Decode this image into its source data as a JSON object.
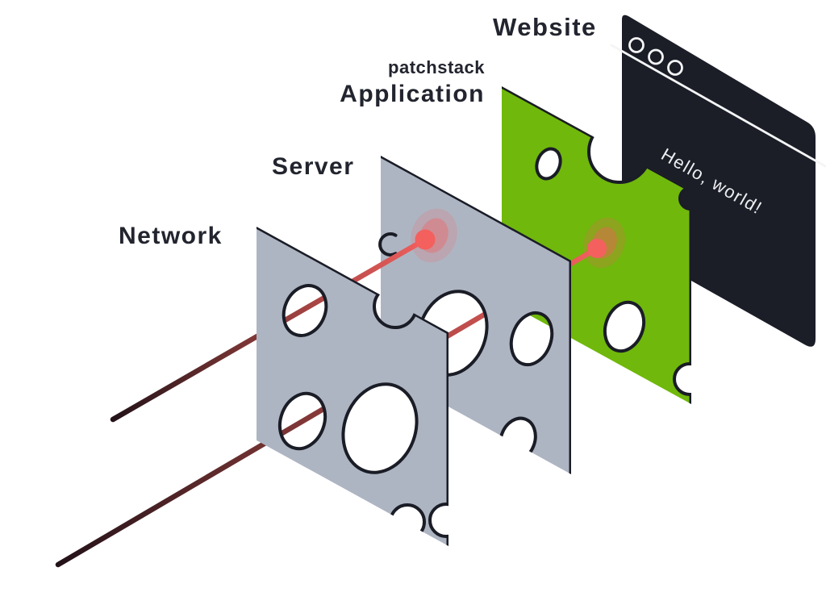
{
  "figure": {
    "description": "Layered security diagram: attack lines pass through holes in Network and Server layers and are stopped at the patchstack Application layer before reaching the Website",
    "labels": {
      "network": "Network",
      "server": "Server",
      "application": "Application",
      "application_brand": "patchstack",
      "website": "Website"
    },
    "window": {
      "content_text": "Hello, world!",
      "control_dots": 3
    },
    "layers": [
      {
        "id": "network",
        "label": "Network",
        "style": "gray-slab"
      },
      {
        "id": "server",
        "label": "Server",
        "style": "gray-slab",
        "impact_marker": true
      },
      {
        "id": "application",
        "label": "Application",
        "brand": "patchstack",
        "style": "green-slab",
        "impact_marker": true
      },
      {
        "id": "website",
        "label": "Website",
        "style": "browser-window",
        "text": "Hello, world!"
      }
    ],
    "colors": {
      "background": "#ffffff",
      "ink": "#22242e",
      "outline": "#1a1c26",
      "slab_gray": "#aeb5c2",
      "slab_green": "#70b80c",
      "window_dark": "#1b1d27",
      "window_light": "#f4f5f7",
      "attack_red": "#f3605e",
      "attack_dark": "#231219"
    }
  }
}
